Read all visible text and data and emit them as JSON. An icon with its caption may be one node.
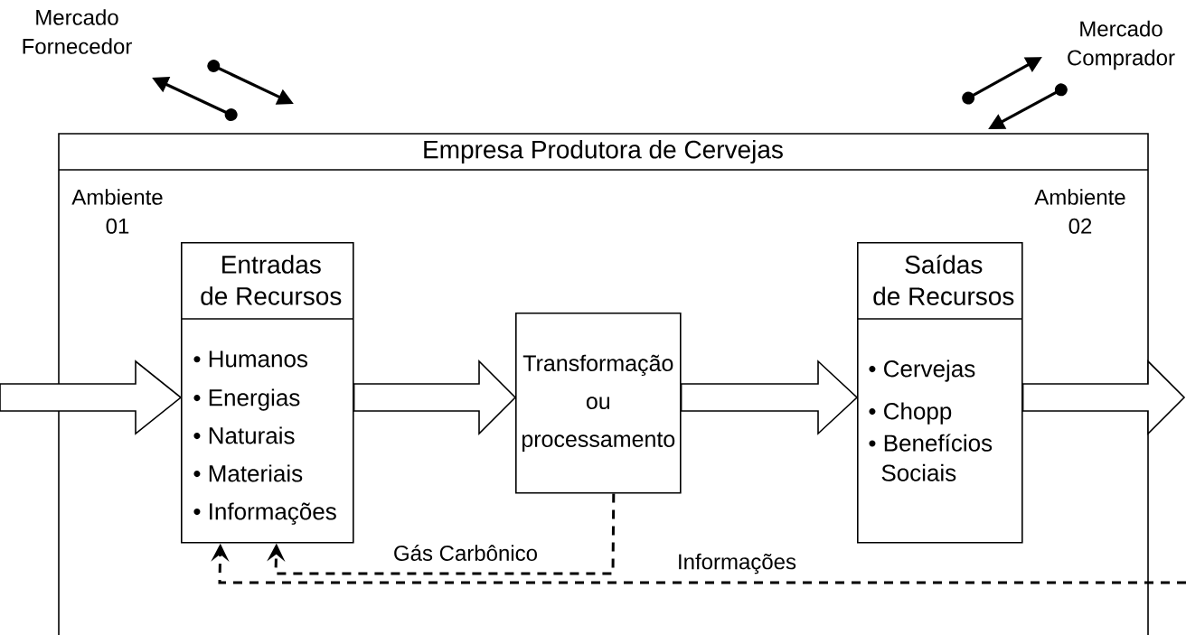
{
  "diagram": {
    "nodes": [
      {
        "text": [
          "Empresa Produtora de Cervejas"
        ]
      },
      {
        "text": [
          "Entradas de Recursos",
          "• Humanos",
          "• Energias",
          "• Naturais",
          "• Materiais",
          "• Informações"
        ],
        "in": 0
      },
      {
        "text": [
          "Transformação ou processamento"
        ],
        "in": 0
      },
      {
        "text": [
          "Saídas de Recursos",
          "• Cervejas",
          "• Chopp",
          "• Benefícios Sociais"
        ],
        "in": 0
      }
    ],
    "edges": [
      {
        "from": null,
        "to": 1,
        "arrow": "to"
      },
      {
        "from": 1,
        "to": 2,
        "arrow": "to"
      },
      {
        "from": 2,
        "to": 3,
        "arrow": "to"
      },
      {
        "from": 3,
        "to": null,
        "arrow": "to"
      },
      {
        "from": 2,
        "to": 1,
        "arrow": "to",
        "label": "Gás Carbônico",
        "style": "dashed"
      },
      {
        "from": null,
        "to": 1,
        "arrow": "to",
        "label": "Informações",
        "style": "dashed"
      }
    ],
    "labels": [
      "Mercado Fornecedor",
      "Mercado Comprador",
      "Ambiente 01",
      "Ambiente 02"
    ]
  }
}
